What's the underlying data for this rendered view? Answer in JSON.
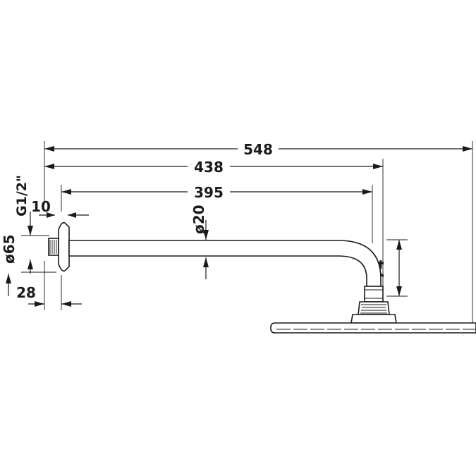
{
  "dimensions": {
    "overall_length": "548",
    "arm_reach": "438",
    "arm_length": "395",
    "pipe_diameter": "ø20",
    "head_drop": "74",
    "flange_thickness": "10",
    "thread": "G1/2\"",
    "flange_diameter": "ø65",
    "wall_depth": "28"
  }
}
